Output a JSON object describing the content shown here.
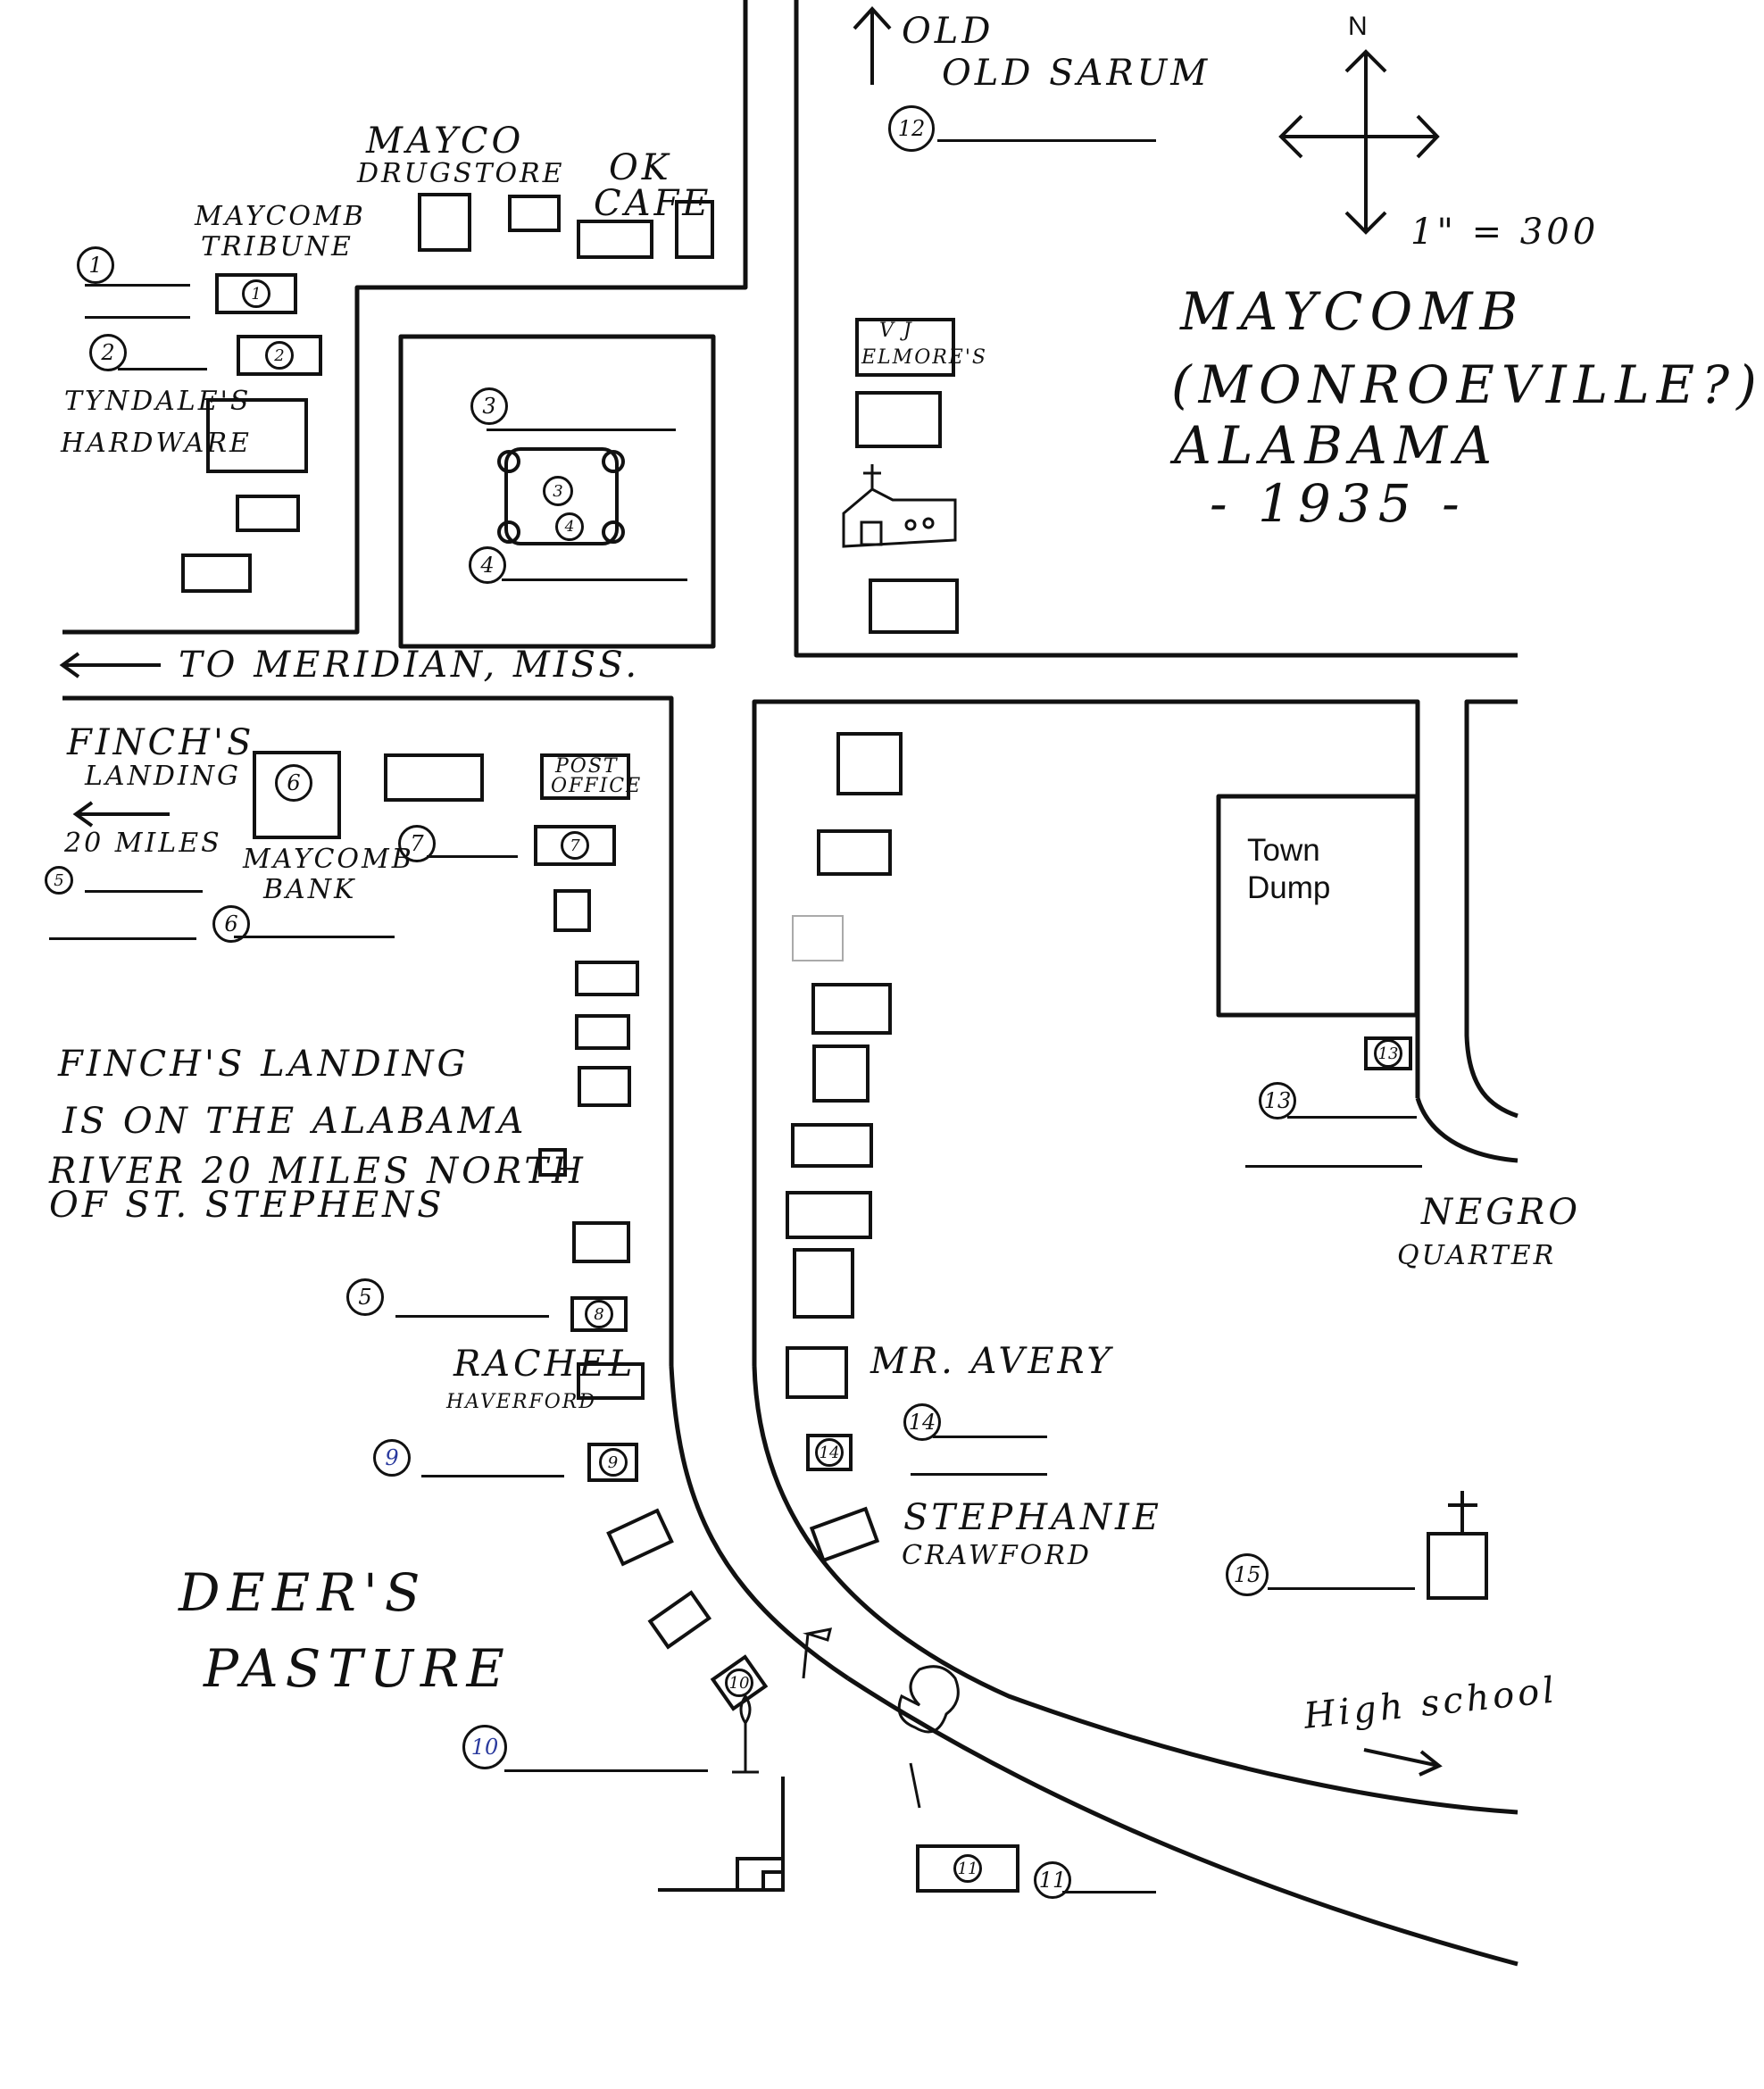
{
  "map": {
    "title": [
      "Maycomb",
      "(Monroeville?)",
      "Alabama",
      "- 1935 -"
    ],
    "compass": {
      "north": "N"
    },
    "scale": "1\" = 300",
    "roads": {
      "old_sarum": "Old Sarum",
      "meridian": "To Meridian, Miss.",
      "finchs_landing_arrow": [
        "Finch's",
        "Landing",
        "20 Miles"
      ],
      "high_school": "High school"
    },
    "places": {
      "tribune": [
        "Maycomb",
        "Tribune"
      ],
      "drugstore": [
        "Mayco",
        "Drugstore"
      ],
      "ok_cafe": [
        "OK",
        "Cafe"
      ],
      "hardware": [
        "Tyndale's",
        "Hardware"
      ],
      "elmores": [
        "V J",
        "Elmore's"
      ],
      "bank": [
        "Maycomb",
        "Bank"
      ],
      "post_office": [
        "Post",
        "Office"
      ],
      "town_dump": [
        "Town",
        "Dump"
      ],
      "negro_quarter": [
        "Negro",
        "Quarter"
      ],
      "rachel": [
        "Rachel",
        "Haverford"
      ],
      "avery": "Mr. Avery",
      "stephanie": [
        "Stephanie",
        "Crawford"
      ],
      "deers_pasture": [
        "Deer's",
        "Pasture"
      ]
    },
    "note": [
      "Finch's Landing",
      "is on the Alabama",
      "River 20 miles north",
      "of St. Stephens"
    ],
    "numbers": [
      "1",
      "2",
      "3",
      "4",
      "5",
      "6",
      "7",
      "8",
      "9",
      "10",
      "11",
      "12",
      "13",
      "14",
      "15"
    ]
  }
}
